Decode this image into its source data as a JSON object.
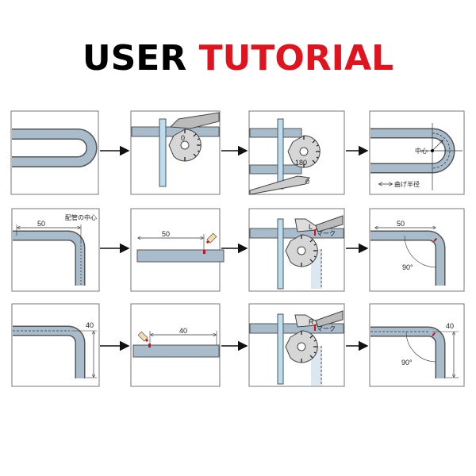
{
  "title": {
    "part1": "USER",
    "part2": "TUTORIAL"
  },
  "colors": {
    "title_accent": "#e0141e",
    "pipe": "#a9bccb",
    "mark": "#d0101a",
    "bar": "#bcdcf0"
  },
  "panels": {
    "row1": {
      "dial_start": "0",
      "dial_end": "180",
      "dial_end_lever": "0",
      "center_label": "中心",
      "radius_label": "曲げ半径"
    },
    "row2": {
      "length": "50",
      "pipe_center_label": "配管の中心",
      "side": "L",
      "mark_label": "マーク",
      "angle": "90°"
    },
    "row3": {
      "length": "40",
      "side": "R",
      "mark_label": "マーク",
      "angle": "90°"
    }
  }
}
